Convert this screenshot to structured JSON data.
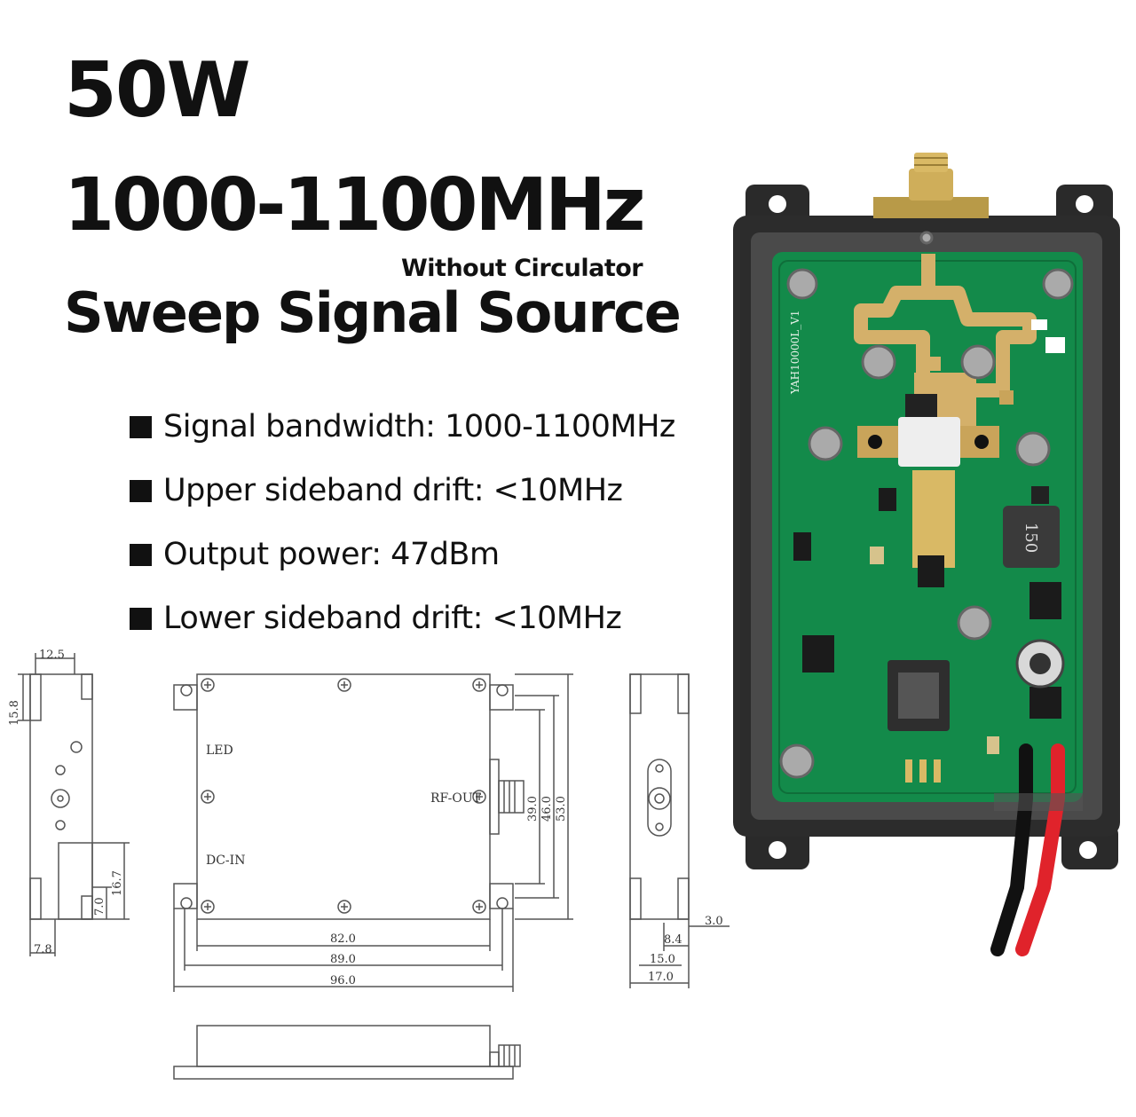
{
  "header": {
    "power": "50W",
    "frequency": "1000-1100MHz",
    "note": "Without Circulator",
    "product": "Sweep Signal Source"
  },
  "specs": [
    "Signal bandwidth: 1000-1100MHz",
    "Upper sideband drift: <10MHz",
    "Output power: 47dBm",
    "Lower sideband drift: <10MHz"
  ],
  "drawing": {
    "side_left": {
      "dim_top": "12.5",
      "dim_left": "15.8",
      "dim_h1": "16.7",
      "dim_h2": "7.0",
      "dim_bottom": "7.8"
    },
    "front": {
      "label_led": "LED",
      "label_rf": "RF-OUT",
      "label_dc": "DC-IN",
      "dim_h1": "39.0",
      "dim_h2": "46.0",
      "dim_h3": "53.0",
      "dim_w1": "82.0",
      "dim_w2": "89.0",
      "dim_w3": "96.0"
    },
    "side_right": {
      "dim_a": "3.0",
      "dim_b": "8.4",
      "dim_c": "15.0",
      "dim_d": "17.0"
    }
  },
  "photo": {
    "board_text": "YAH10000L_V1",
    "inductor_text": "150"
  },
  "colors": {
    "pcb": "#138a4a",
    "copper": "#d4b06a",
    "frame": "#2a2a2a",
    "wire_red": "#e0232b",
    "wire_black": "#111111"
  }
}
